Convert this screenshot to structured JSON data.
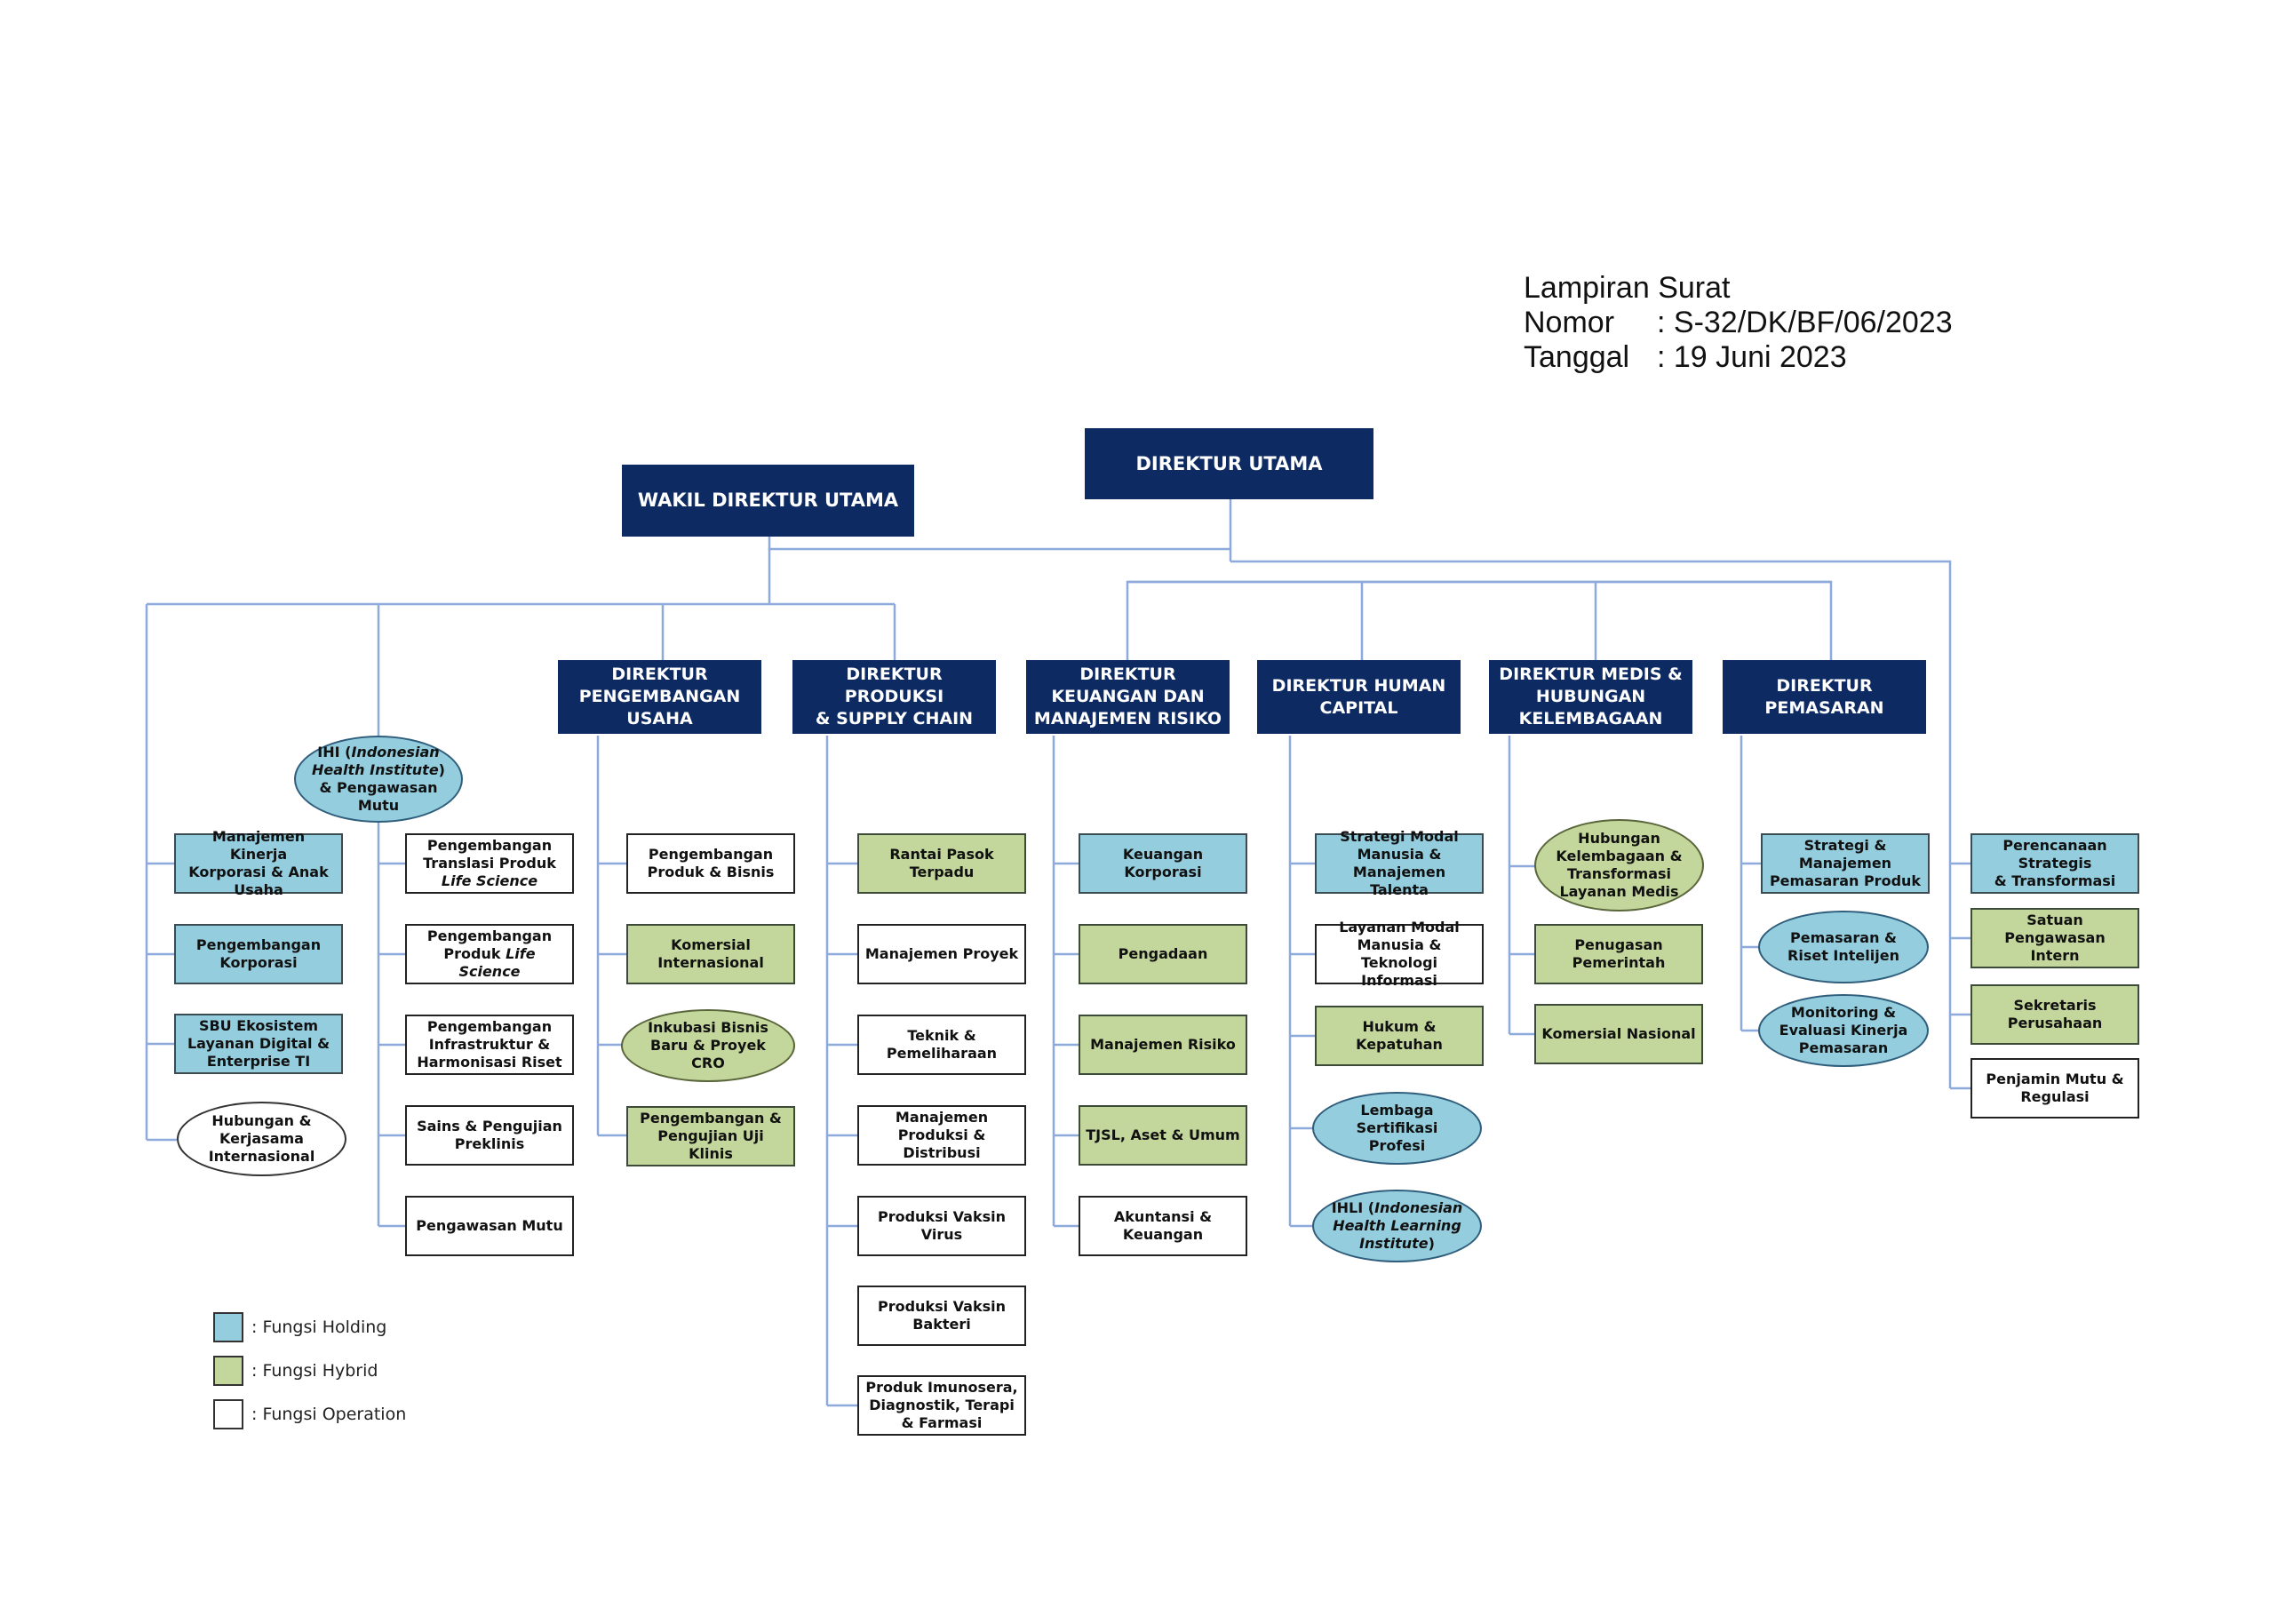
{
  "header": {
    "title": "Lampiran Surat",
    "nomor_label": "Nomor",
    "nomor_value": ": S-32/DK/BF/06/2023",
    "tanggal_label": "Tanggal",
    "tanggal_value": ": 19 Juni 2023"
  },
  "colors": {
    "director": "#0d2a63",
    "holding": "#94cddd",
    "hybrid": "#c3d69b",
    "operation": "#ffffff",
    "connector": "#8ea9db"
  },
  "nodes": {
    "dirut": "DIREKTUR UTAMA",
    "wadirut": "WAKIL DIREKTUR UTAMA",
    "dir_pu": "DIREKTUR|PENGEMBANGAN|USAHA",
    "dir_psc": "DIREKTUR PRODUKSI|& SUPPLY CHAIN",
    "dir_kmr": "DIREKTUR|KEUANGAN DAN|MANAJEMEN RISIKO",
    "dir_hc": "DIREKTUR  HUMAN|CAPITAL",
    "dir_mhk": "DIREKTUR  MEDIS &|HUBUNGAN|KELEMBAGAAN",
    "dir_pem": "DIREKTUR|PEMASARAN",
    "w_mkk": "Manajemen Kinerja|Korporasi & Anak|Usaha",
    "w_pk": "Pengembangan|Korporasi",
    "w_sbu": "SBU Ekosistem|Layanan Digital &|Enterprise TI",
    "w_hki": "Hubungan &|Kerjasama|Internasional",
    "w_ihi": "IHI (*Indonesian*|*Health Institute*)|& Pengawasan|Mutu",
    "w_ptp": "Pengembangan|Translasi Produk|*Life Science*",
    "w_ppls": "Pengembangan|Produk *Life Science*",
    "w_pihr": "Pengembangan|Infrastruktur &|Harmonisasi Riset",
    "w_spp": "Sains & Pengujian|Preklinis",
    "w_pm": "Pengawasan Mutu",
    "pu_ppb": "Pengembangan|Produk & Bisnis",
    "pu_ki": "Komersial|Internasional",
    "pu_ibp": "Inkubasi Bisnis|Baru & Proyek|CRO",
    "pu_ppuk": "Pengembangan &|Pengujian Uji Klinis",
    "psc_rpt": "Rantai Pasok Terpadu",
    "psc_mp": "Manajemen Proyek",
    "psc_tp": "Teknik &|Pemeliharaan",
    "psc_mpd": "Manajemen|Produksi &|Distribusi",
    "psc_pvv": "Produksi Vaksin|Virus",
    "psc_pvb": "Produksi Vaksin|Bakteri",
    "psc_pid": "Produk Imunosera,|Diagnostik, Terapi|& Farmasi",
    "kmr_kk": "Keuangan|Korporasi",
    "kmr_pg": "Pengadaan",
    "kmr_mr": "Manajemen Risiko",
    "kmr_tjsl": "TJSL, Aset & Umum",
    "kmr_ak": "Akuntansi &|Keuangan",
    "hc_smm": "Strategi Modal|Manusia &|Manajemen Talenta",
    "hc_lmm": "Layanan Modal|Manusia &|Teknologi Informasi",
    "hc_hk": "Hukum & Kepatuhan",
    "hc_lsp": "Lembaga|Sertifikasi|Profesi",
    "hc_ihli": "IHLI (*Indonesian*|*Health Learning*|*Institute*)",
    "mhk_hkt": "Hubungan|Kelembagaan &|Transformasi|Layanan Medis",
    "mhk_pp": "Penugasan|Pemerintah",
    "mhk_kn": "Komersial Nasional",
    "pem_smp": "Strategi &|Manajemen|Pemasaran Produk",
    "pem_pri": "Pemasaran &|Riset Intelijen",
    "pem_mek": "Monitoring &|Evaluasi Kinerja|Pemasaran",
    "r_pst": "Perencanaan Strategis|& Transformasi",
    "r_spi": "Satuan Pengawasan|Intern",
    "r_sp": "Sekretaris Perusahaan",
    "r_pmr": "Penjamin Mutu &|Regulasi"
  },
  "legend": [
    {
      "type": "holding",
      "label": ": Fungsi Holding"
    },
    {
      "type": "hybrid",
      "label": ": Fungsi Hybrid"
    },
    {
      "type": "op",
      "label": ": Fungsi Operation"
    }
  ]
}
